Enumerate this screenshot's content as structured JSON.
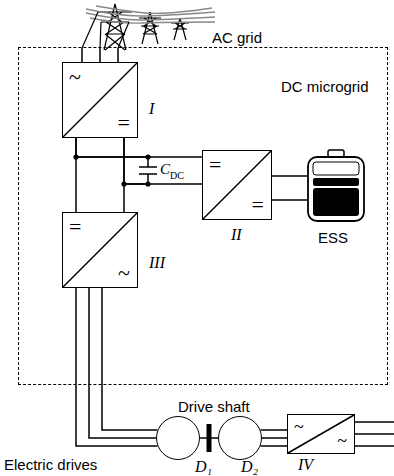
{
  "diagram": {
    "nodes": [
      {
        "text": [
          "AC grid"
        ]
      },
      {
        "text": [
          "DC microgrid"
        ]
      },
      {
        "text": [
          "~",
          "=",
          "I"
        ],
        "in": 1
      },
      {
        "text": [
          "=",
          "=",
          "II"
        ],
        "in": 1
      },
      {
        "text": [
          "ESS"
        ],
        "in": 1
      },
      {
        "text": [
          "=",
          "~",
          "III"
        ],
        "in": 1
      },
      {
        "text": [
          "D₁"
        ]
      },
      {
        "text": [
          "D₂"
        ]
      },
      {
        "text": [
          "~",
          "~",
          "IV"
        ]
      }
    ],
    "edges": [
      {
        "from": 0,
        "to": 2,
        "arrow": "none"
      },
      {
        "from": 2,
        "to": 5,
        "arrow": "none"
      },
      {
        "from": 2,
        "to": 3,
        "arrow": "none"
      },
      {
        "from": 3,
        "to": 4,
        "arrow": "none"
      },
      {
        "from": 5,
        "to": 6,
        "arrow": "none"
      },
      {
        "from": 6,
        "to": 7,
        "arrow": "none"
      },
      {
        "from": 7,
        "to": 8,
        "arrow": "none"
      }
    ],
    "labels": [
      "C",
      "DC",
      "Drive shaft",
      "Electric drives"
    ]
  }
}
